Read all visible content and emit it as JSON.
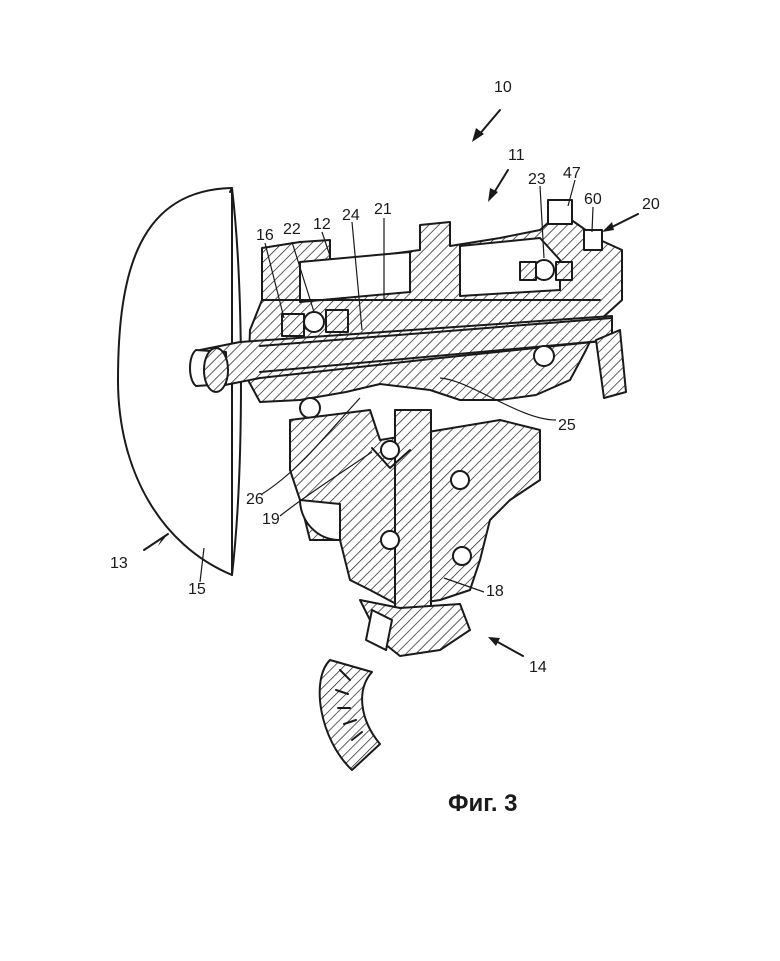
{
  "labels": {
    "l10": "10",
    "l11": "11",
    "l12": "12",
    "l13": "13",
    "l14": "14",
    "l15": "15",
    "l16": "16",
    "l18": "18",
    "l19": "19",
    "l20": "20",
    "l21": "21",
    "l22": "22",
    "l23": "23",
    "l24": "24",
    "l25": "25",
    "l26": "26",
    "l47": "47",
    "l60": "60"
  },
  "caption": "Фиг. 3"
}
